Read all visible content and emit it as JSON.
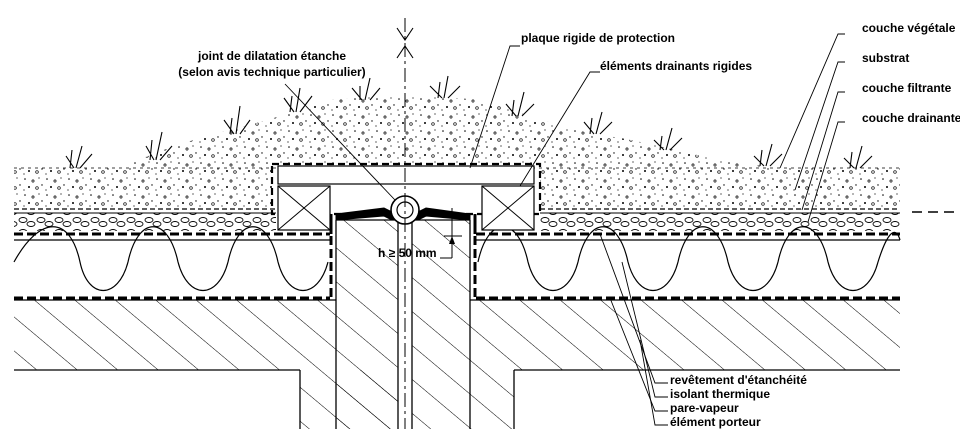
{
  "labels": {
    "joint_line1": "joint de dilatation étanche",
    "joint_line2": "(selon avis technique particulier)",
    "plaque": "plaque rigide de protection",
    "drainants_rigides": "éléments drainants rigides",
    "couche_vegetale": "couche végétale",
    "substrat": "substrat",
    "couche_filtrante": "couche filtrante",
    "couche_drainante": "couche drainante",
    "hauteur": "h ≥ 50 mm",
    "revetement": "revêtement d'étanchéité",
    "isolant": "isolant thermique",
    "pare_vapeur": "pare-vapeur",
    "element_porteur": "élément porteur"
  }
}
